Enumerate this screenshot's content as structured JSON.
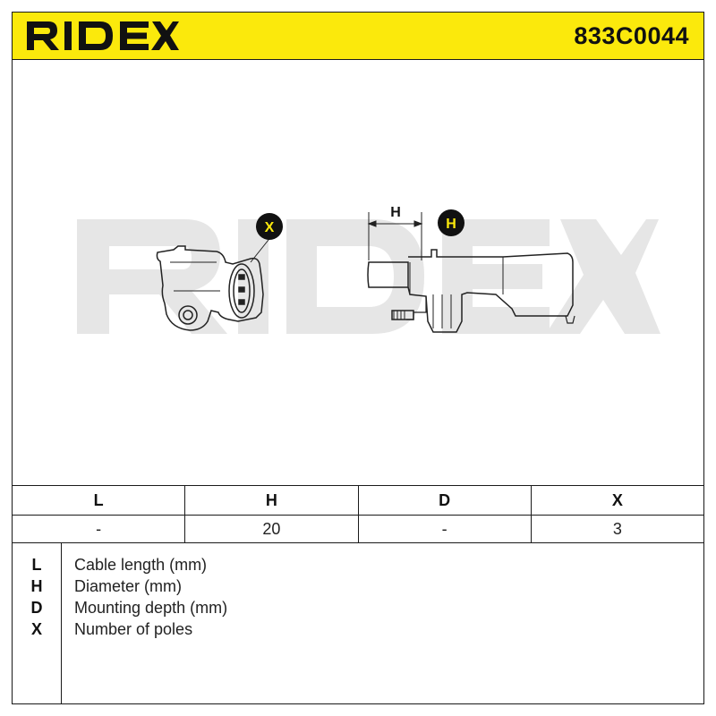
{
  "header": {
    "brand": "RIDEX",
    "part_number": "833C0044",
    "background_color": "#fbe90c"
  },
  "drawing": {
    "callouts": [
      {
        "label": "X"
      },
      {
        "label": "H"
      }
    ],
    "dimension_label": "H",
    "watermark": "RIDEX"
  },
  "spec_table": {
    "headers": [
      "L",
      "H",
      "D",
      "X"
    ],
    "values": [
      "-",
      "20",
      "-",
      "3"
    ]
  },
  "legend": [
    {
      "key": "L",
      "description": "Cable length (mm)"
    },
    {
      "key": "H",
      "description": "Diameter (mm)"
    },
    {
      "key": "D",
      "description": "Mounting depth (mm)"
    },
    {
      "key": "X",
      "description": "Number of poles"
    }
  ]
}
